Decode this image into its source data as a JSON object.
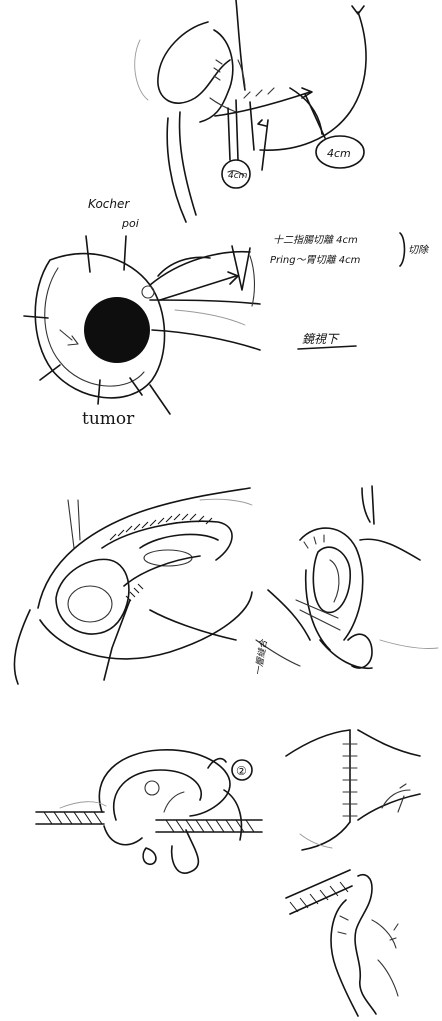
{
  "panel1": {
    "label_left": "4cm",
    "label_right": "4cm"
  },
  "panel2": {
    "kocher_label_line1": "Kocher",
    "kocher_label_line2": "poi",
    "tumor_label": "tumor"
  },
  "notes": {
    "line1": "十二指腸切離 4cm",
    "line2": "Pring～胃切離 4cm",
    "bracket_note": "切除",
    "underlined_note": "鏡視下"
  },
  "panel_middle_right": {
    "side_label": "一層縫合"
  },
  "panel_bottom_left": {
    "circle_label": "②"
  }
}
